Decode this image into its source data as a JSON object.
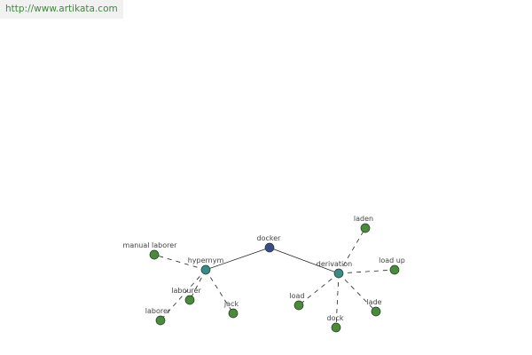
{
  "header": {
    "url": "http://www.artikata.com"
  },
  "colors": {
    "root_node": "#3a4a8a",
    "relation_node": "#3a8a8a",
    "leaf_node": "#4a8a3a",
    "edge": "#222222"
  },
  "graph": {
    "root": {
      "id": "docker",
      "label": "docker"
    },
    "relations": [
      {
        "id": "hypernym",
        "label": "hypernym"
      },
      {
        "id": "derivation",
        "label": "derivation"
      }
    ],
    "leaves": [
      {
        "id": "manual-laborer",
        "label": "manual laborer",
        "relation": "hypernym"
      },
      {
        "id": "labourer",
        "label": "labourer",
        "relation": "hypernym"
      },
      {
        "id": "laborer",
        "label": "laborer",
        "relation": "hypernym"
      },
      {
        "id": "jack",
        "label": "jack",
        "relation": "hypernym"
      },
      {
        "id": "laden",
        "label": "laden",
        "relation": "derivation"
      },
      {
        "id": "load-up",
        "label": "load up",
        "relation": "derivation"
      },
      {
        "id": "load",
        "label": "load",
        "relation": "derivation"
      },
      {
        "id": "dock",
        "label": "dock",
        "relation": "derivation"
      },
      {
        "id": "lade",
        "label": "lade",
        "relation": "derivation"
      }
    ]
  }
}
